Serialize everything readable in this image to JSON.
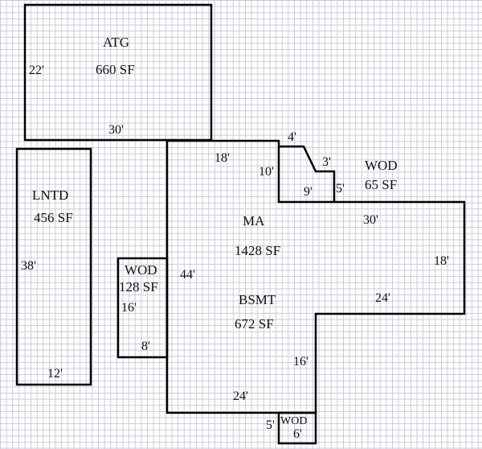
{
  "rooms": {
    "atg": {
      "name": "ATG",
      "area": "660 SF",
      "dims": {
        "left": "22'",
        "bottom": "30'"
      }
    },
    "lntd": {
      "name": "LNTD",
      "area": "456 SF",
      "dims": {
        "left": "38'",
        "bottom": "12'"
      }
    },
    "wod_left": {
      "name": "WOD",
      "area": "128 SF",
      "dims": {
        "side": "16'",
        "bottom": "8'"
      }
    },
    "ma": {
      "name": "MA",
      "area": "1428 SF",
      "dims": {
        "top": "18'",
        "left": "44'",
        "right": "18'",
        "top_right": "30'",
        "step_bottom": "24'",
        "step_side": "16'",
        "bottom": "24'"
      }
    },
    "bsmt": {
      "name": "BSMT",
      "area": "672 SF"
    },
    "wod_top": {
      "name": "WOD",
      "area": "65 SF",
      "dims": {
        "top": "4'",
        "left": "10'",
        "diag": "3'",
        "right": "5'",
        "bottom": "9'"
      }
    },
    "wod_bottom": {
      "name": "WOD",
      "dims": {
        "left": "5'",
        "bottom": "6'"
      }
    }
  }
}
